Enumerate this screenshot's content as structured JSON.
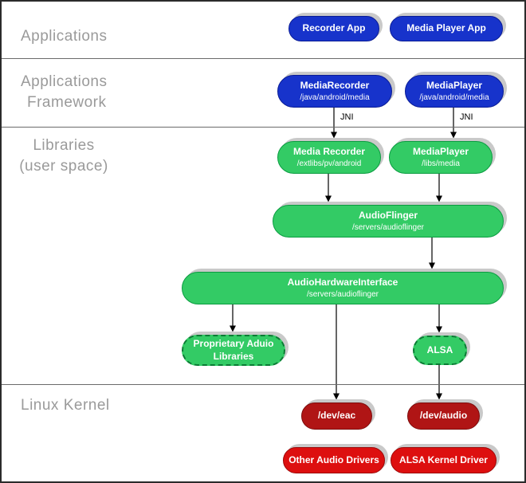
{
  "section_labels": {
    "applications": "Applications",
    "framework": [
      "Applications",
      "Framework"
    ],
    "libraries": [
      "Libraries",
      "(user space)"
    ],
    "kernel": "Linux Kernel"
  },
  "labels": {
    "jni": "JNI"
  },
  "nodes": {
    "recorder_app": {
      "title": "Recorder App"
    },
    "media_player_app": {
      "title": "Media Player App"
    },
    "media_recorder_fw": {
      "title": "MediaRecorder",
      "path": "/java/android/media"
    },
    "media_player_fw": {
      "title": "MediaPlayer",
      "path": "/java/android/media"
    },
    "media_recorder_lib": {
      "title": "Media Recorder",
      "path": "/extlibs/pv/android"
    },
    "media_player_lib": {
      "title": "MediaPlayer",
      "path": "/libs/media"
    },
    "audio_flinger": {
      "title": "AudioFlinger",
      "path": "/servers/audioflinger"
    },
    "audio_hw_interface": {
      "title": "AudioHardwareInterface",
      "path": "/servers/audioflinger"
    },
    "proprietary_libs": {
      "title": "Proprietary Aduio Libraries"
    },
    "alsa": {
      "title": "ALSA"
    },
    "dev_eac": {
      "title": "/dev/eac"
    },
    "dev_audio": {
      "title": "/dev/audio"
    },
    "other_audio_drivers": {
      "title": "Other Audio Drivers"
    },
    "alsa_kernel_driver": {
      "title": "ALSA Kernel Driver"
    }
  },
  "colors": {
    "app_blue": "#1733cb",
    "library_green": "#33cb65",
    "green_border": "#0a9c40",
    "kernel_dark_red": "#b01515",
    "driver_red": "#dd0f0f",
    "layer_label_gray": "#9a9a9a",
    "shadow_gray": "#c9c9c9"
  }
}
